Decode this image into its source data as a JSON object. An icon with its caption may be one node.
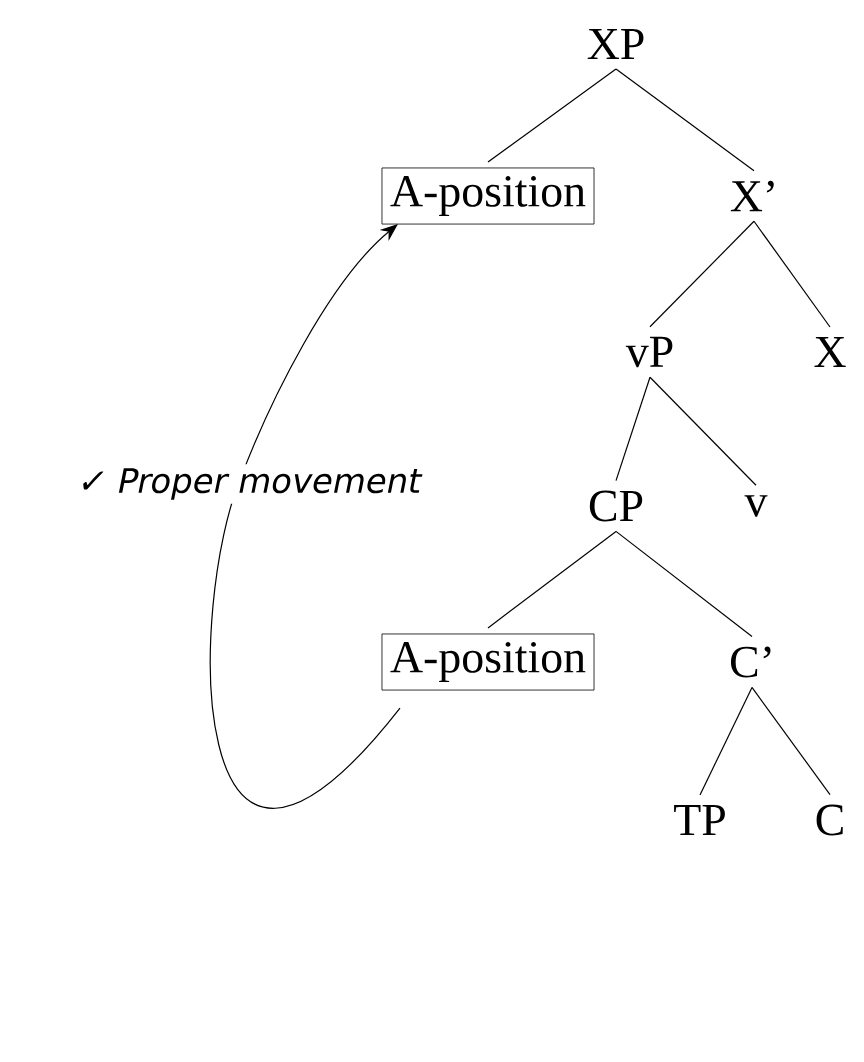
{
  "diagram": {
    "nodes": [
      {
        "text": [
          "XP"
        ]
      },
      {
        "text": [
          "A-position"
        ]
      },
      {
        "text": [
          "X’"
        ]
      },
      {
        "text": [
          "vP"
        ]
      },
      {
        "text": [
          "X"
        ]
      },
      {
        "text": [
          "CP"
        ]
      },
      {
        "text": [
          "v"
        ]
      },
      {
        "text": [
          "A-position"
        ]
      },
      {
        "text": [
          "C’"
        ]
      },
      {
        "text": [
          "TP"
        ]
      },
      {
        "text": [
          "C"
        ]
      }
    ],
    "edges": [
      {
        "from": 0,
        "to": 1,
        "arrow": "none"
      },
      {
        "from": 0,
        "to": 2,
        "arrow": "none"
      },
      {
        "from": 2,
        "to": 3,
        "arrow": "none"
      },
      {
        "from": 2,
        "to": 4,
        "arrow": "none"
      },
      {
        "from": 3,
        "to": 5,
        "arrow": "none"
      },
      {
        "from": 3,
        "to": 6,
        "arrow": "none"
      },
      {
        "from": 5,
        "to": 7,
        "arrow": "none"
      },
      {
        "from": 5,
        "to": 8,
        "arrow": "none"
      },
      {
        "from": 8,
        "to": 9,
        "arrow": "none"
      },
      {
        "from": 8,
        "to": 10,
        "arrow": "none"
      },
      {
        "from": 7,
        "to": 1,
        "arrow": "to",
        "label": "✓ Proper movement"
      }
    ]
  }
}
